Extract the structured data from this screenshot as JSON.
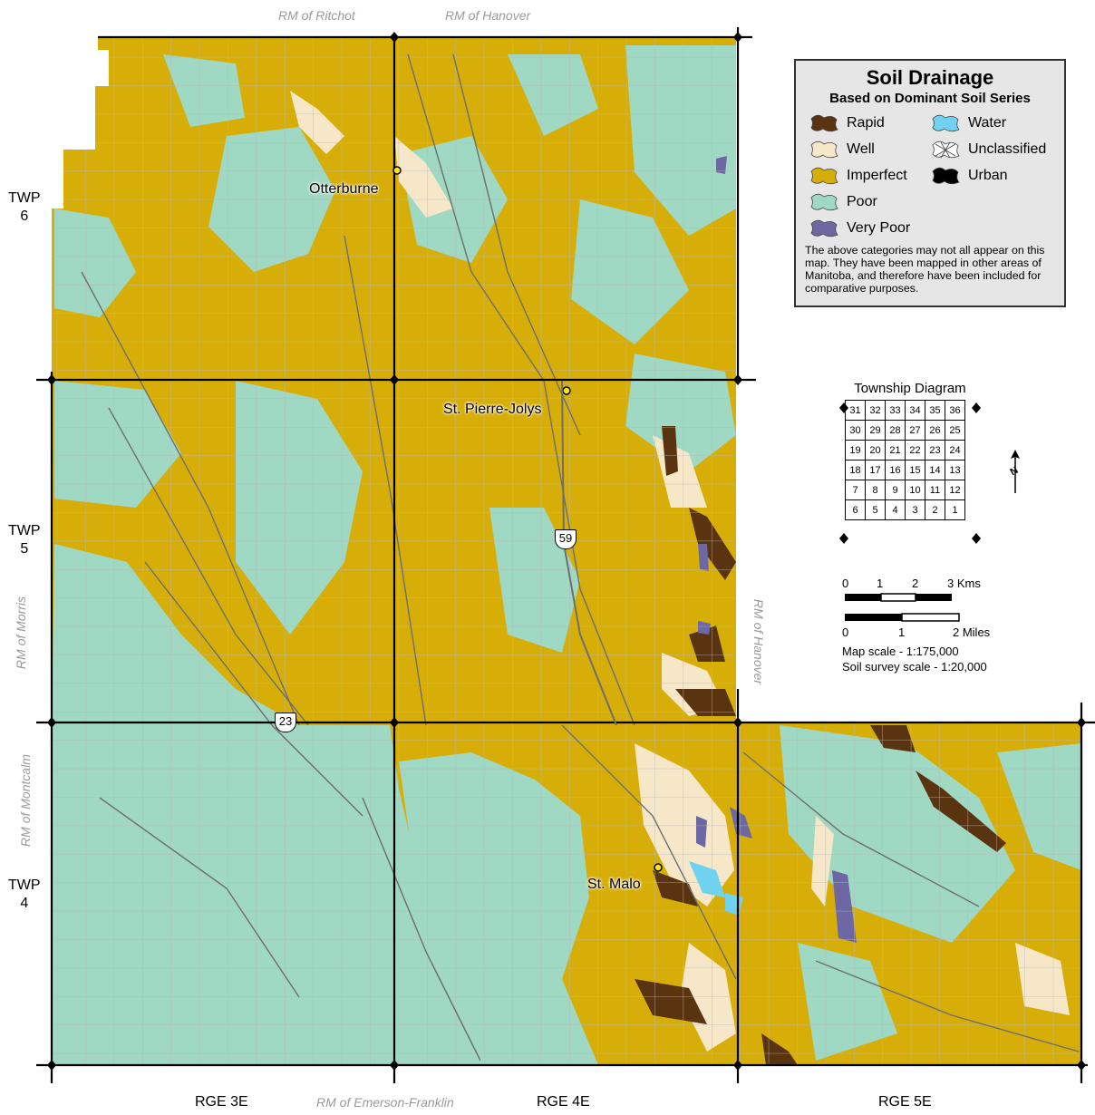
{
  "legend": {
    "title": "Soil Drainage",
    "subtitle": "Based on Dominant Soil Series",
    "items": [
      {
        "label": "Rapid",
        "color": "#5a3410"
      },
      {
        "label": "Well",
        "color": "#f6e7c8"
      },
      {
        "label": "Imperfect",
        "color": "#d7ae08"
      },
      {
        "label": "Poor",
        "color": "#9fd8c3"
      },
      {
        "label": "Very Poor",
        "color": "#6d68a4"
      },
      {
        "label": "Water",
        "color": "#6fd3f0"
      },
      {
        "label": "Unclassified",
        "color": "#ffffff"
      },
      {
        "label": "Urban",
        "color": "#000000"
      }
    ],
    "note": "The above categories may not all appear on this map.  They have been mapped in other areas of  Manitoba, and therefore have been included for comparative purposes."
  },
  "neighbors": {
    "top_left": "RM of Ritchot",
    "top_right": "RM of Hanover",
    "left_upper": "RM of Morris",
    "left_lower": "RM of Montcalm",
    "right": "RM of Hanover",
    "bottom": "RM of Emerson-Franklin"
  },
  "townships": [
    {
      "line1": "TWP",
      "line2": "6"
    },
    {
      "line1": "TWP",
      "line2": "5"
    },
    {
      "line1": "TWP",
      "line2": "4"
    }
  ],
  "ranges": [
    "RGE 3E",
    "RGE 4E",
    "RGE 5E"
  ],
  "towns": [
    "Otterburne",
    "St. Pierre-Jolys",
    "St. Malo"
  ],
  "highways": [
    "59",
    "23"
  ],
  "township_diagram": {
    "title": "Township Diagram",
    "rows": [
      [
        31,
        32,
        33,
        34,
        35,
        36
      ],
      [
        30,
        29,
        28,
        27,
        26,
        25
      ],
      [
        19,
        20,
        21,
        22,
        23,
        24
      ],
      [
        18,
        17,
        16,
        15,
        14,
        13
      ],
      [
        7,
        8,
        9,
        10,
        11,
        12
      ],
      [
        6,
        5,
        4,
        3,
        2,
        1
      ]
    ]
  },
  "scale": {
    "km_ticks": [
      "0",
      "1",
      "2",
      "3 Kms"
    ],
    "mile_ticks": [
      "0",
      "1",
      "2 Miles"
    ],
    "map_scale": "Map scale - 1:175,000",
    "survey_scale": "Soil survey scale - 1:20,000"
  },
  "north_arrow": "N"
}
